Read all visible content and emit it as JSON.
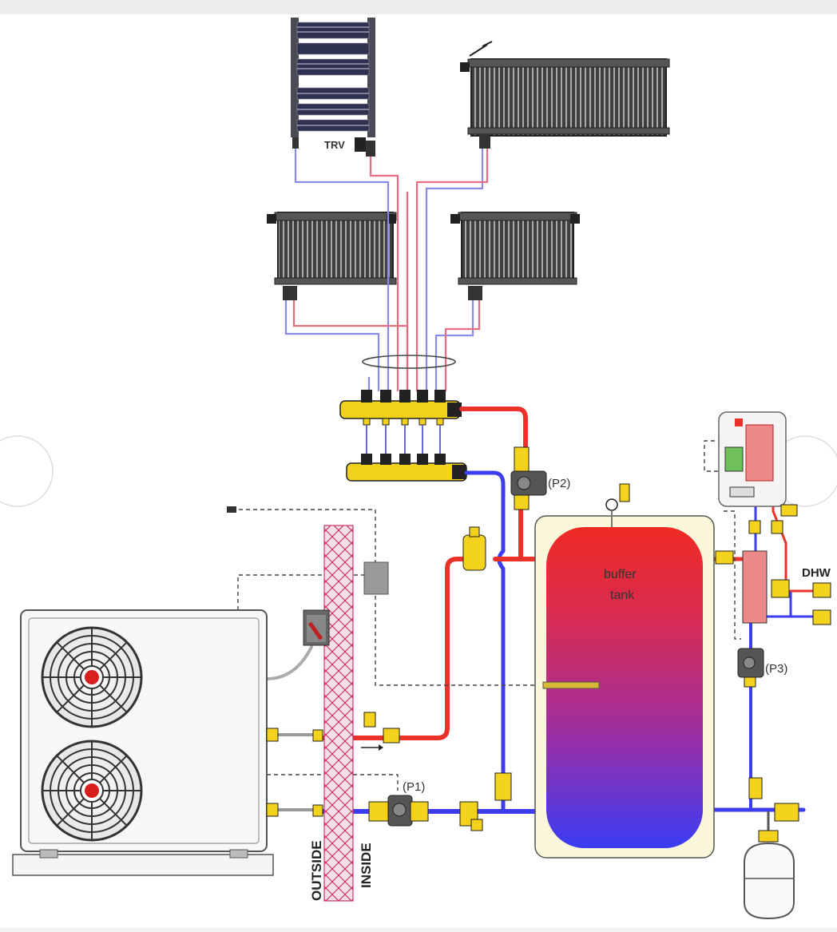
{
  "labels": {
    "trv": "TRV",
    "p1": "(P1)",
    "p2": "(P2)",
    "p3": "(P3)",
    "dhw": "DHW",
    "buffer_line1": "buffer",
    "buffer_line2": "tank",
    "outside": "OUTSIDE",
    "inside": "INSIDE"
  },
  "colors": {
    "flow_hot": "#e8322a",
    "return_cold": "#3d3df0",
    "valve_brass": "#f3d21c",
    "radiator_fill": "#4a4a4a",
    "tank_jacket": "#fbf7da",
    "wall_hatch": "#c9366a"
  },
  "icons": {
    "fan": "fan-icon",
    "pump": "pump-icon",
    "valve": "valve-icon",
    "gauge": "pressure-gauge-icon",
    "expansion": "expansion-vessel-icon"
  }
}
